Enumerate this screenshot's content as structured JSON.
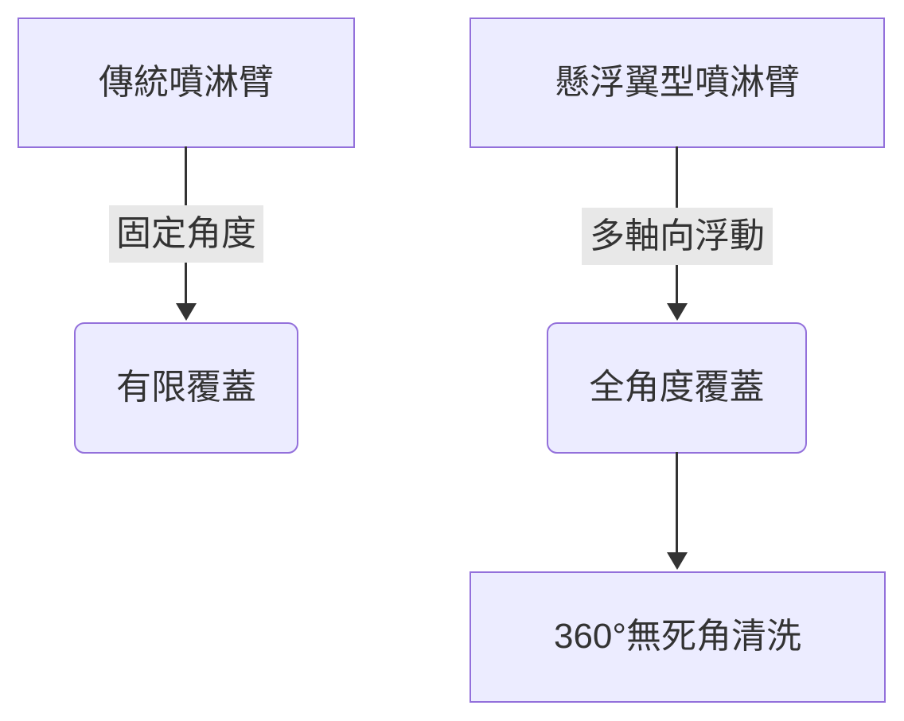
{
  "diagram": {
    "type": "flowchart-vertical",
    "nodes": {
      "trad": {
        "label": "傳統噴淋臂",
        "shape": "rect"
      },
      "limited": {
        "label": "有限覆蓋",
        "shape": "rounded"
      },
      "float": {
        "label": "懸浮翼型噴淋臂",
        "shape": "rect"
      },
      "full": {
        "label": "全角度覆蓋",
        "shape": "rounded"
      },
      "clean360": {
        "label": "360°無死角清洗",
        "shape": "rect"
      }
    },
    "edges": [
      {
        "from": "trad",
        "to": "limited",
        "label": "固定角度"
      },
      {
        "from": "float",
        "to": "full",
        "label": "多軸向浮動"
      },
      {
        "from": "full",
        "to": "clean360",
        "label": ""
      }
    ]
  },
  "edge_labels": {
    "fixed_angle": "固定角度",
    "multi_axis": "多軸向浮動"
  },
  "colors": {
    "node_fill": "#ECECFF",
    "node_border": "#9370DB",
    "line": "#333333",
    "edge_label_bg": "#e8e8e8",
    "text": "#333333",
    "background": "#ffffff"
  }
}
